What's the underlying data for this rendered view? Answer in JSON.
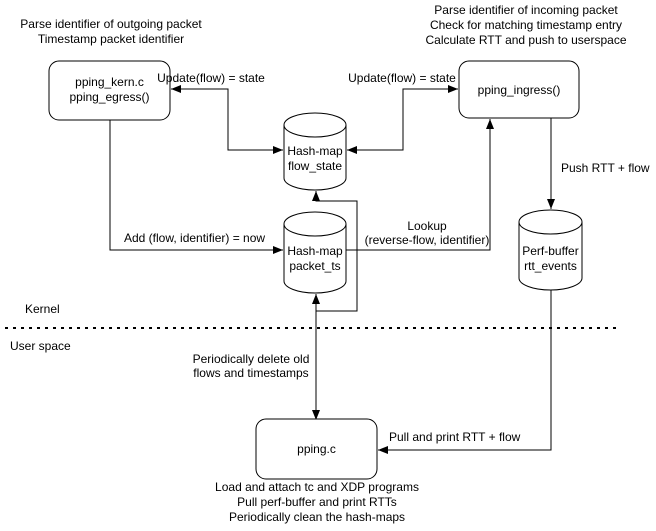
{
  "colors": {
    "stroke": "#000000",
    "background": "#ffffff",
    "text": "#000000"
  },
  "regions": {
    "kernel": "Kernel",
    "user_space": "User space"
  },
  "nodes": {
    "egress": {
      "lines": [
        "pping_kern.c",
        "pping_egress()"
      ]
    },
    "ingress": {
      "label": "pping_ingress()"
    },
    "pping": {
      "label": "pping.c"
    },
    "flow_state": {
      "lines": [
        "Hash-map",
        "flow_state"
      ]
    },
    "packet_ts": {
      "lines": [
        "Hash-map",
        "packet_ts"
      ]
    },
    "rtt_events": {
      "lines": [
        "Perf-buffer",
        "rtt_events"
      ]
    }
  },
  "notes": {
    "egress_note": [
      "Parse identifier of outgoing packet",
      "Timestamp packet identifier"
    ],
    "ingress_note": [
      "Parse identifier of incoming packet",
      "Check for matching timestamp entry",
      "Calculate RTT and push to userspace"
    ],
    "pping_note": [
      "Load and attach tc and XDP programs",
      "Pull perf-buffer and print RTTs",
      "Periodically clean the hash-maps"
    ]
  },
  "edge_labels": {
    "update_left": "Update(flow) = state",
    "update_right": "Update(flow) = state",
    "add_timestamp": "Add (flow, identifier) = now",
    "lookup": [
      "Lookup",
      "(reverse-flow, identifier)"
    ],
    "push_rtt": "Push RTT + flow",
    "pull_rtt": "Pull and print RTT + flow",
    "periodic_delete": [
      "Periodically delete old",
      "flows and timestamps"
    ]
  }
}
